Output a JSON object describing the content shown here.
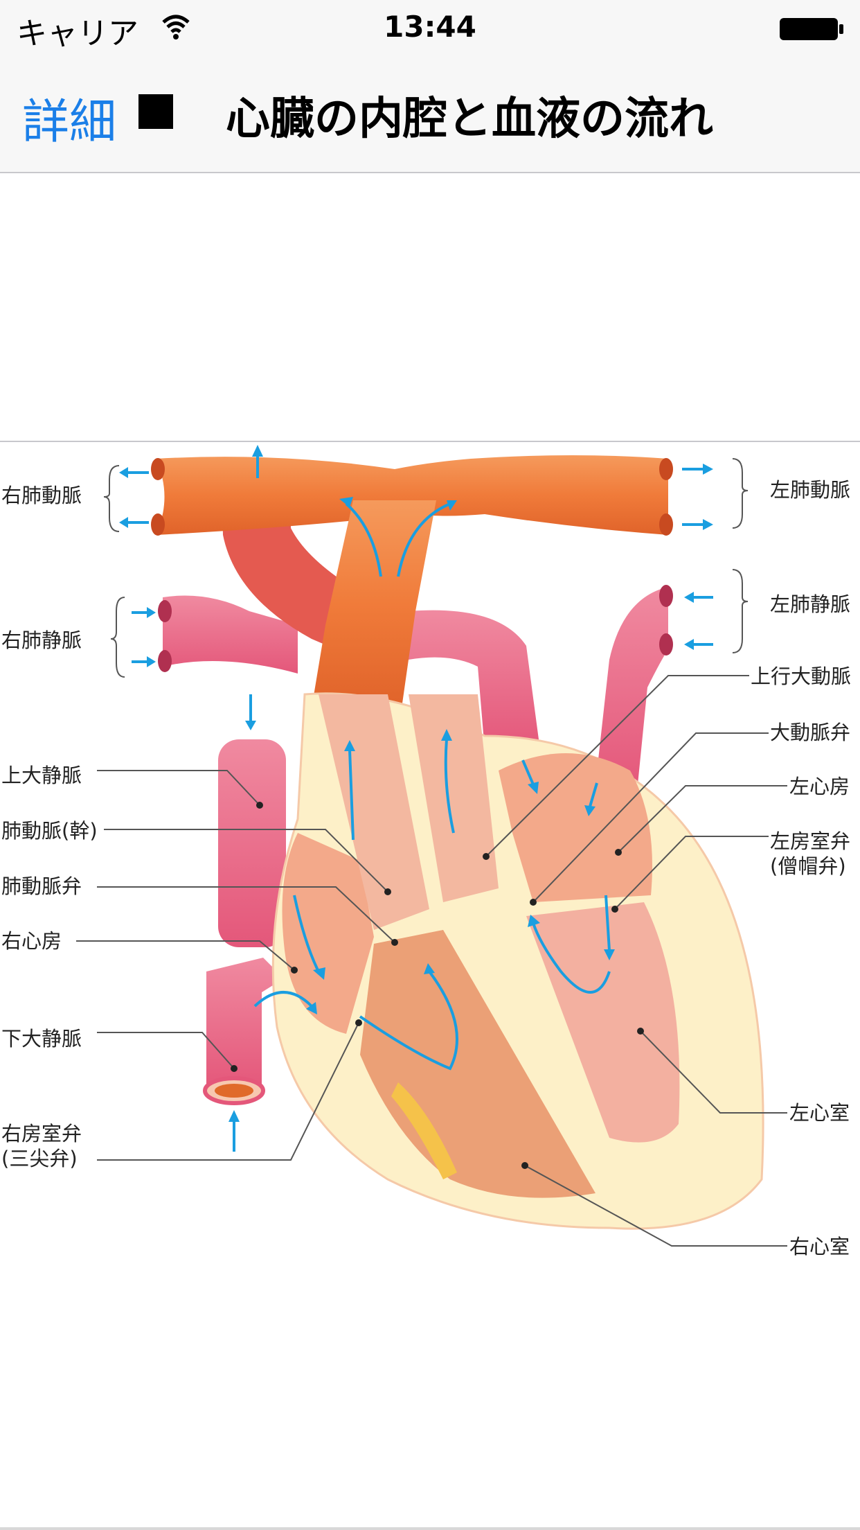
{
  "status_bar": {
    "carrier": "キャリア",
    "time": "13:44",
    "wifi_icon": "wifi-icon",
    "battery_icon": "battery-full-icon"
  },
  "nav": {
    "back_label": "詳細",
    "title_icon": "black-square-icon",
    "title": "心臓の内腔と血液の流れ"
  },
  "figure": {
    "labels": {
      "right_pulmonary_artery": "右肺動脈",
      "right_pulmonary_vein": "右肺静脈",
      "superior_vena_cava": "上大静脈",
      "pulmonary_trunk": "肺動脈(幹)",
      "pulmonary_valve": "肺動脈弁",
      "right_atrium": "右心房",
      "inferior_vena_cava": "下大静脈",
      "tricuspid_valve_1": "右房室弁",
      "tricuspid_valve_2": "(三尖弁)",
      "left_pulmonary_artery": "左肺動脈",
      "left_pulmonary_vein": "左肺静脈",
      "ascending_aorta": "上行大動脈",
      "aortic_valve": "大動脈弁",
      "left_atrium": "左心房",
      "mitral_valve_1": "左房室弁",
      "mitral_valve_2": "(僧帽弁)",
      "left_ventricle": "左心室",
      "right_ventricle": "右心室"
    },
    "colors": {
      "artery": "#f07b3a",
      "vein": "#e8607a",
      "myocardium_outer": "#fdf0c8",
      "chamber": "#f3a98a",
      "flow": "#1a9ee0"
    }
  }
}
